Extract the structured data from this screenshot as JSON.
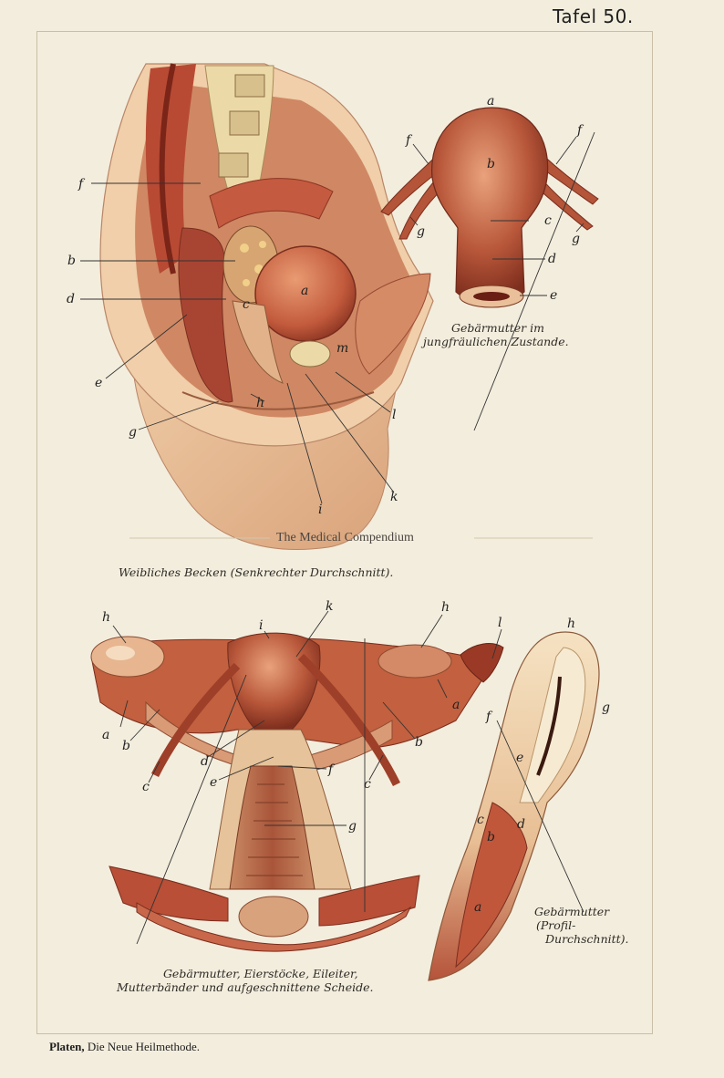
{
  "plate_number": "Tafel 50.",
  "figure_1": {
    "caption": "Weibliches Becken (Senkrechter Durchschnitt).",
    "labels": [
      "f",
      "b",
      "d",
      "e",
      "g",
      "h",
      "i",
      "k",
      "l",
      "m",
      "a",
      "c"
    ]
  },
  "figure_2": {
    "caption_line1": "Gebärmutter im",
    "caption_line2": "jungfräulichen Zustande.",
    "labels": [
      "a",
      "b",
      "c",
      "d",
      "e",
      "f",
      "f",
      "g",
      "g"
    ]
  },
  "figure_3": {
    "caption_line1": "Gebärmutter, Eierstöcke, Eileiter,",
    "caption_line2": "Mutterbänder und aufgeschnittene Scheide.",
    "labels": [
      "h",
      "i",
      "k",
      "h",
      "l",
      "a",
      "a",
      "b",
      "b",
      "c",
      "c",
      "d",
      "e",
      "f",
      "g"
    ]
  },
  "figure_4": {
    "caption_line1": "Gebärmutter",
    "caption_line2": "(Profil-",
    "caption_line3": "Durchschnitt).",
    "labels": [
      "h",
      "g",
      "f",
      "e",
      "c",
      "b",
      "d",
      "a"
    ]
  },
  "watermark": "The Medical Compendium",
  "footer": {
    "author": "Platen,",
    "title": "Die Neue Heilmethode."
  },
  "colors": {
    "paper": "#f3eddd",
    "tissue_dark": "#a8432b",
    "tissue_mid": "#c8704f",
    "tissue_light": "#e6b08a",
    "skin": "#e9c39c",
    "bone": "#ecd9a8"
  }
}
